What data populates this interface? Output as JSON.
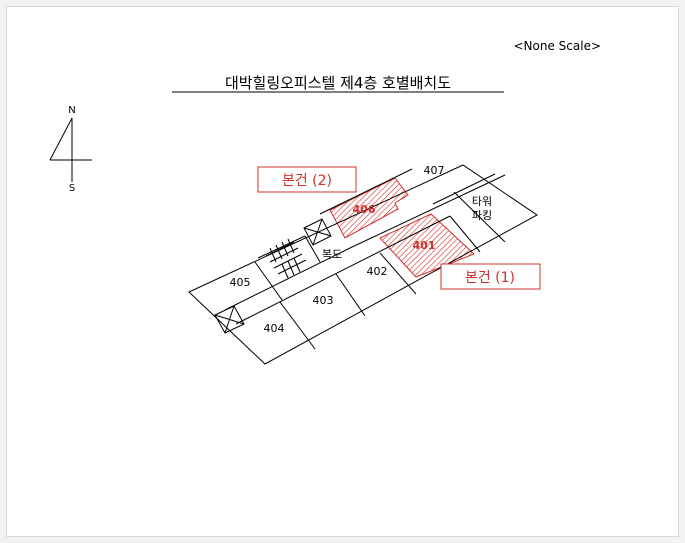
{
  "scale_note": "<None Scale>",
  "title": "대박힐링오피스텔 제4층 호별배치도",
  "compass": {
    "north": "N",
    "south": "S"
  },
  "units": {
    "u401": "401",
    "u402": "402",
    "u403": "403",
    "u404": "404",
    "u405": "405",
    "u406": "406",
    "u407": "407"
  },
  "corridor_label": "복도",
  "tower_parking": {
    "line1": "타워",
    "line2": "파킹"
  },
  "subject_labels": {
    "s1": "본건 (1)",
    "s2": "본건 (2)"
  },
  "colors": {
    "subject": "#d0302b",
    "line": "#000000"
  }
}
